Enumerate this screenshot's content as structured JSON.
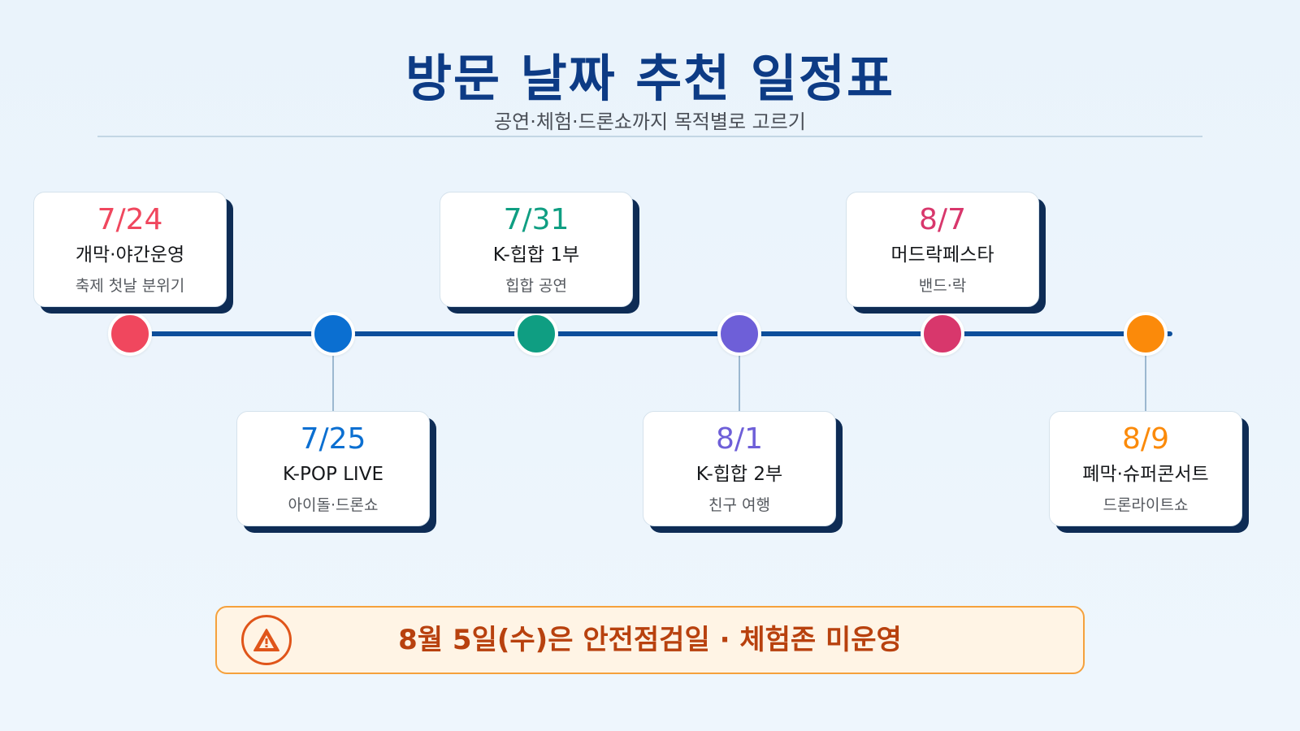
{
  "header": {
    "title": "방문 날짜 추천 일정표",
    "subtitle": "공연·체험·드론쇼까지 목적별로 고르기"
  },
  "events": [
    {
      "date": "7/24",
      "name": "개막·야간운영",
      "desc": "축제 첫날 분위기",
      "color": "#f0475e",
      "position": "top"
    },
    {
      "date": "7/25",
      "name": "K-POP LIVE",
      "desc": "아이돌·드론쇼",
      "color": "#0b6fd1",
      "position": "bottom"
    },
    {
      "date": "7/31",
      "name": "K-힙합 1부",
      "desc": "힙합 공연",
      "color": "#0f9e82",
      "position": "top"
    },
    {
      "date": "8/1",
      "name": "K-힙합 2부",
      "desc": "친구 여행",
      "color": "#6e5fd8",
      "position": "bottom"
    },
    {
      "date": "8/7",
      "name": "머드락페스타",
      "desc": "밴드·락",
      "color": "#d8376c",
      "position": "top"
    },
    {
      "date": "8/9",
      "name": "폐막·슈퍼콘서트",
      "desc": "드론라이트쇼",
      "color": "#fb8a0a",
      "position": "bottom"
    }
  ],
  "notice": {
    "icon": "warning-icon",
    "text": "8월 5일(수)은 안전점검일 · 체험존 미운영"
  },
  "colors": {
    "axis": "#0d4e9b",
    "card_shadow": "#0e2c55",
    "title": "#0d3b85",
    "notice_border": "#f5a13c",
    "notice_text": "#b8410e"
  }
}
